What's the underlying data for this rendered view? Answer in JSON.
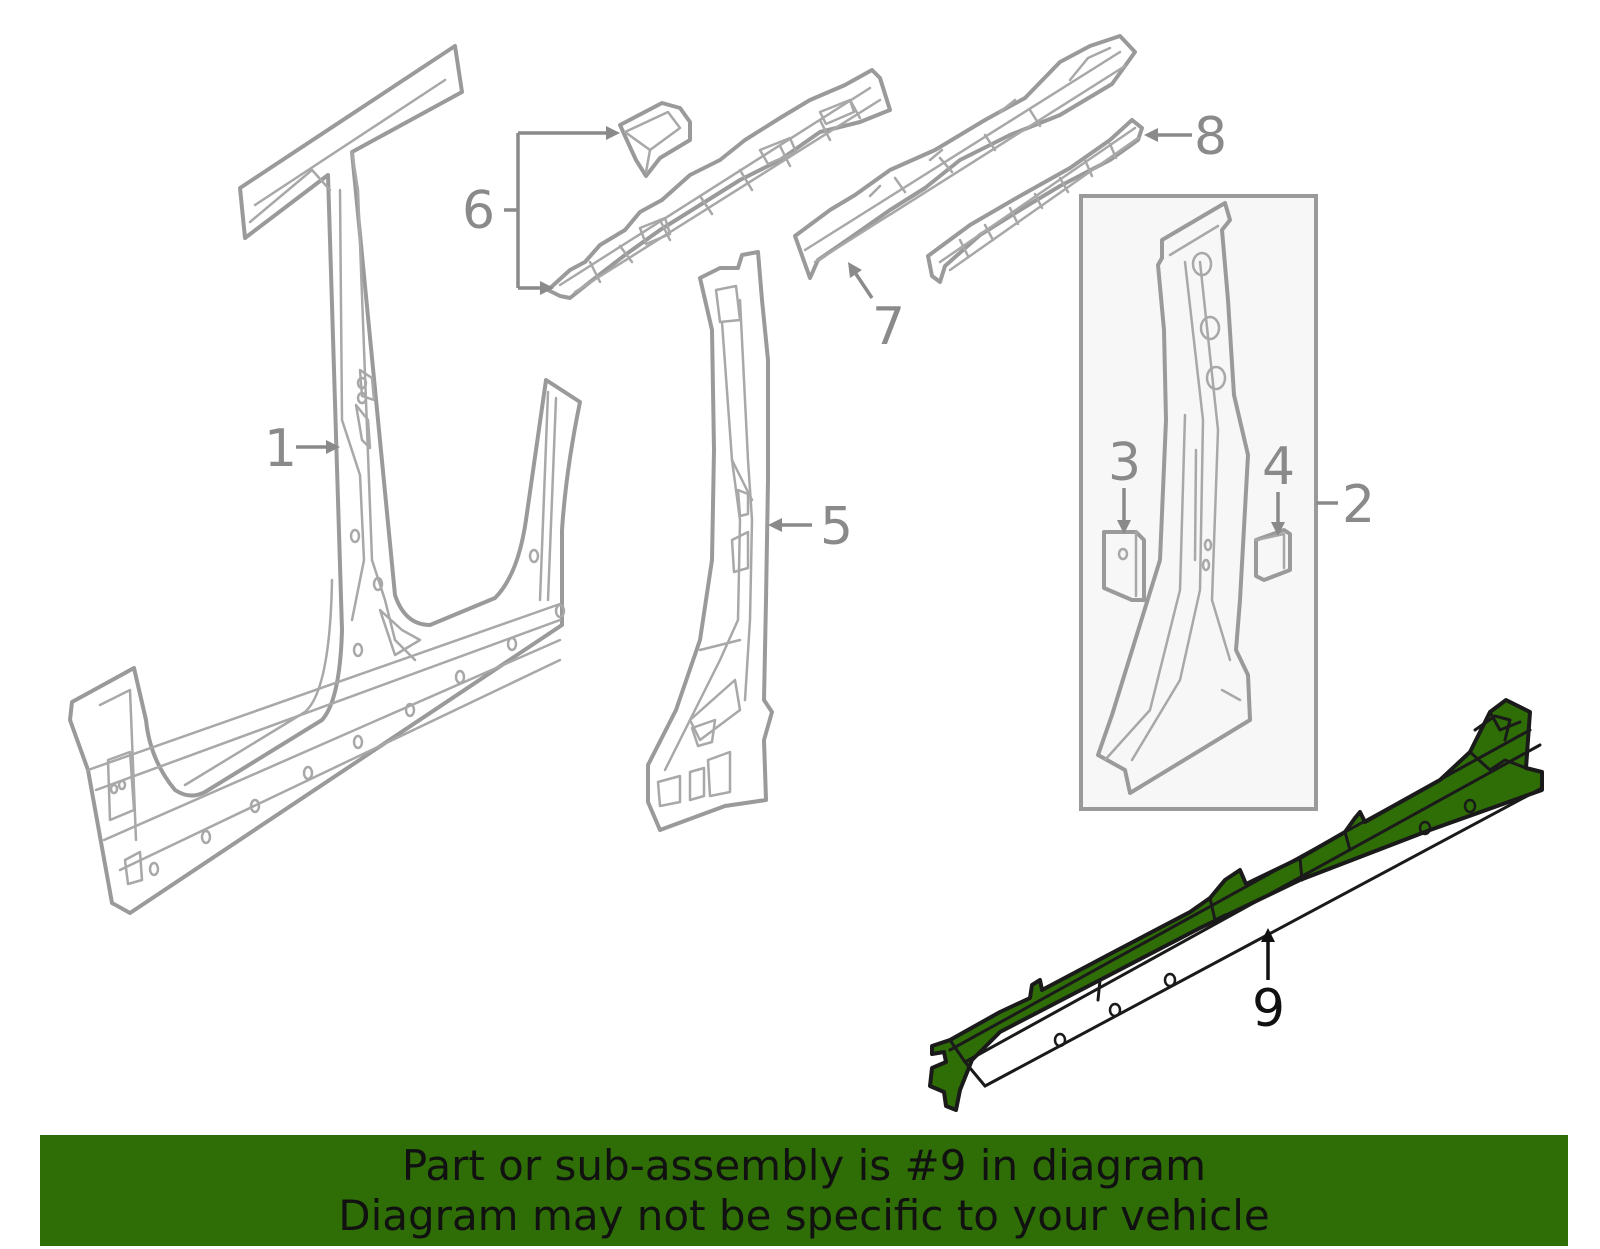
{
  "callouts": {
    "c1": "1",
    "c2": "2",
    "c3": "3",
    "c4": "4",
    "c5": "5",
    "c6": "6",
    "c7": "7",
    "c8": "8",
    "c9": "9"
  },
  "highlighted_part": "9",
  "colors": {
    "highlight": "#2f6e06",
    "parts_line": "#9a9a9a",
    "callout_text": "#8a8a8a",
    "inset_box": "#f7f7f7"
  },
  "banner": {
    "line1": "Part or sub-assembly is #9 in diagram",
    "line2": "Diagram may not be specific to your vehicle"
  }
}
